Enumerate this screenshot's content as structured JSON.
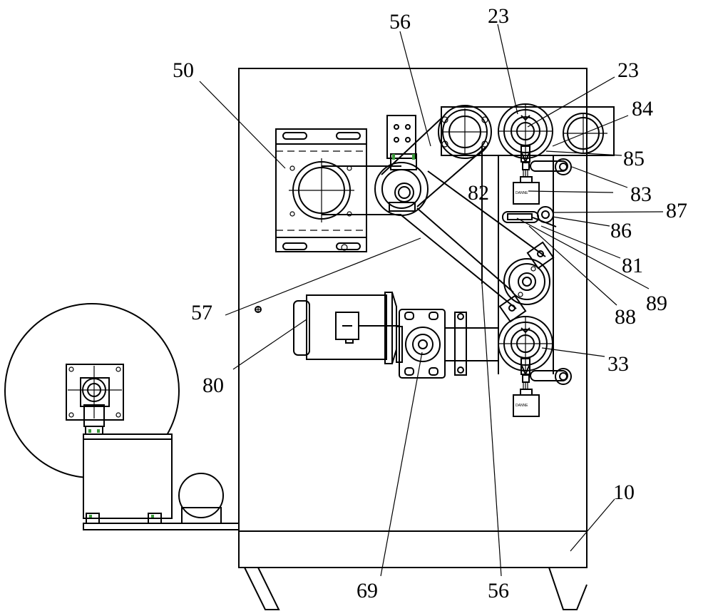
{
  "labels": {
    "l23a": "23",
    "l56a": "56",
    "l23b": "23",
    "l50": "50",
    "l84": "84",
    "l85": "85",
    "l82": "82",
    "l83": "83",
    "l87": "87",
    "l86": "86",
    "l81": "81",
    "l57": "57",
    "l89": "89",
    "l88": "88",
    "l80": "80",
    "l33": "33",
    "l10": "10",
    "l69": "69",
    "l56b": "56"
  }
}
